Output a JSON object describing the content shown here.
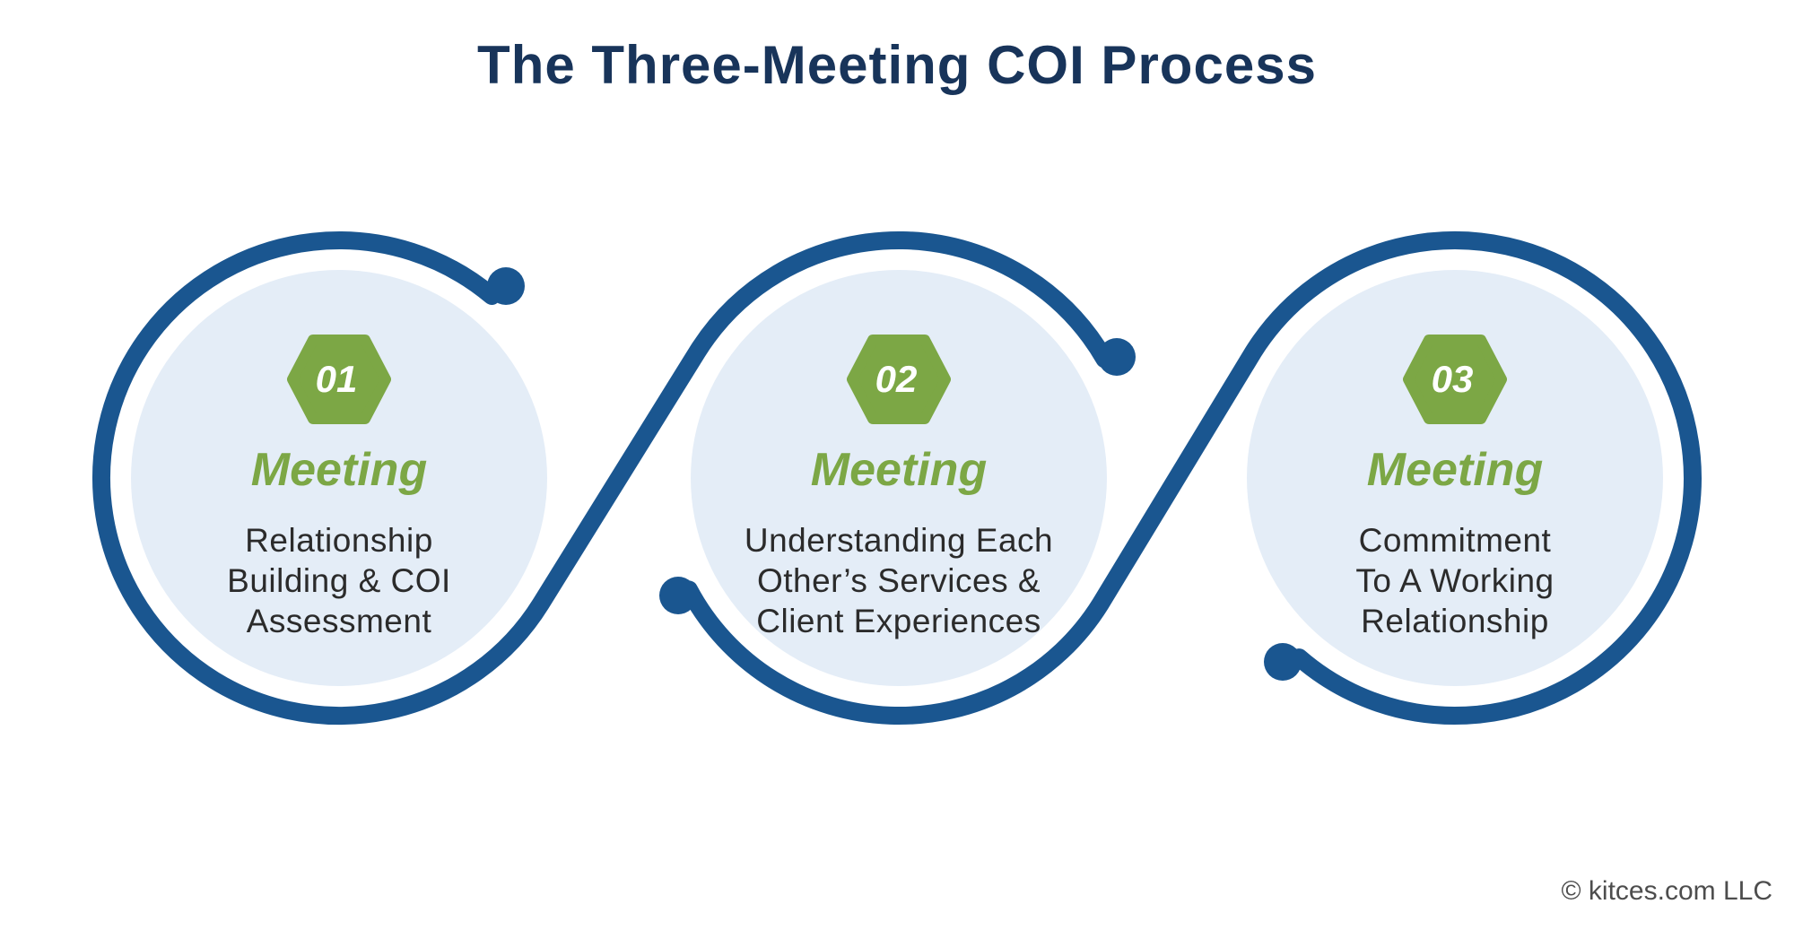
{
  "title": "The Three-Meeting COI Process",
  "steps": [
    {
      "number": "01",
      "label": "Meeting",
      "description": "Relationship\nBuilding & COI\nAssessment"
    },
    {
      "number": "02",
      "label": "Meeting",
      "description": "Understanding Each\nOther’s Services &\nClient Experiences"
    },
    {
      "number": "03",
      "label": "Meeting",
      "description": "Commitment\nTo A Working\nRelationship"
    }
  ],
  "copyright": "© kitces.com LLC",
  "colors": {
    "ring_blue": "#1A5690",
    "title_navy": "#18345A",
    "green": "#7CA745",
    "circle_fill": "#E4EDF7",
    "text_dark": "#2B2B2B",
    "copyright_gray": "#4D4D4D",
    "background": "#FFFFFF"
  }
}
